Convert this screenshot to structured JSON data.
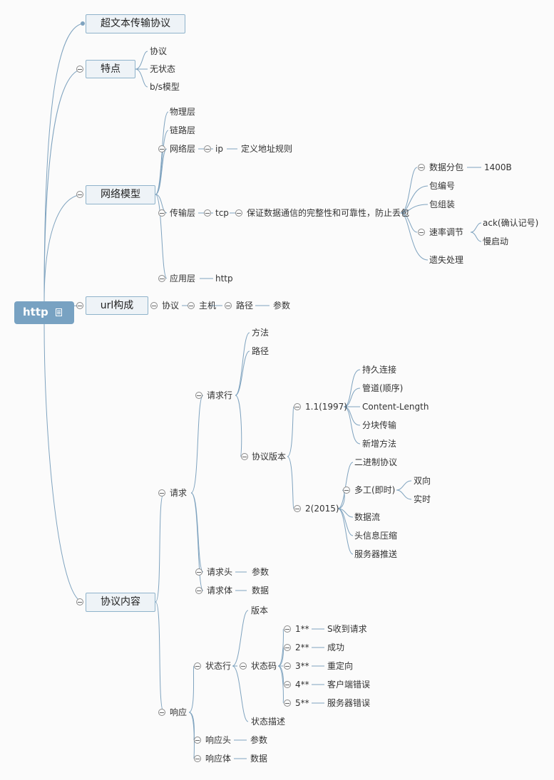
{
  "root": "http",
  "branches": {
    "b1": "超文本传输协议",
    "b2": "特点",
    "b3": "网络模型",
    "b4": "url构成",
    "b5": "协议内容"
  },
  "features": [
    "协议",
    "无状态",
    "b/s模型"
  ],
  "network": {
    "physical": "物理层",
    "link": "链路层",
    "net": "网络层",
    "ip": "ip",
    "ip_desc": "定义地址规则",
    "transport": "传输层",
    "tcp": "tcp",
    "tcp_desc": "保证数据通信的完整性和可靠性，防止丢包",
    "split": "数据分包",
    "split_size": "1400B",
    "seq": "包编号",
    "assemble": "包组装",
    "rate": "速率调节",
    "ack": "ack(确认记号)",
    "slow": "慢启动",
    "loss": "遗失处理",
    "app": "应用层",
    "http": "http"
  },
  "url": [
    "协议",
    "主机",
    "路径",
    "参数"
  ],
  "request": {
    "label": "请求",
    "line": "请求行",
    "method": "方法",
    "path": "路径",
    "version": "协议版本",
    "v11": "1.1(1997)",
    "v11_items": [
      "持久连接",
      "管道(顺序)",
      "Content-Length",
      "分块传输",
      "新增方法"
    ],
    "v2": "2(2015)",
    "binary": "二进制协议",
    "multiplex": "多工(即时)",
    "duplex": "双向",
    "realtime": "实时",
    "v2_items": [
      "数据流",
      "头信息压缩",
      "服务器推送"
    ],
    "header": "请求头",
    "header_v": "参数",
    "body": "请求体",
    "body_v": "数据"
  },
  "response": {
    "label": "响应",
    "line": "状态行",
    "version": "版本",
    "code": "状态码",
    "codes": [
      {
        "k": "1**",
        "v": "S收到请求"
      },
      {
        "k": "2**",
        "v": "成功"
      },
      {
        "k": "3**",
        "v": "重定向"
      },
      {
        "k": "4**",
        "v": "客户端错误"
      },
      {
        "k": "5**",
        "v": "服务器错误"
      }
    ],
    "desc": "状态描述",
    "header": "响应头",
    "header_v": "参数",
    "body": "响应体",
    "body_v": "数据"
  }
}
